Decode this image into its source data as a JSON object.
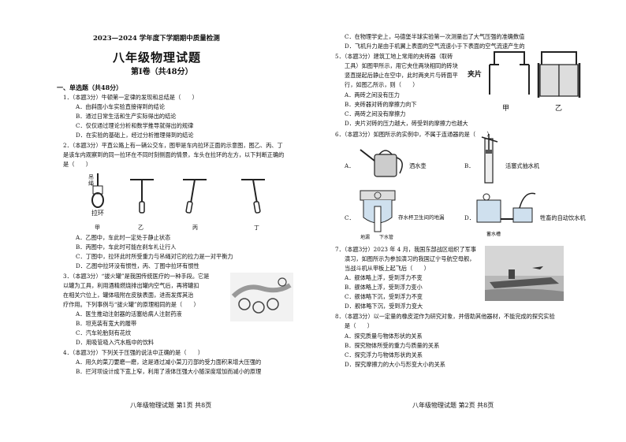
{
  "left": {
    "header": "2023—2024 学年度下学期期中质量检测",
    "title": "八年级物理试题",
    "subtitle": "第Ⅰ卷（共48分）",
    "section": "一、单选题（共48分）",
    "q1": {
      "stem": "1．（本题3分）牛顿第一定律的发现和总结是（　　）",
      "options": [
        "A．由斜面小车实验直接得到的结论",
        "B．通过日常生活和生产实际得出的结论",
        "C．仅仅通过理论分析和数学推导就得出的规律",
        "D．在实验的基础上，经过分析推理得到的结论"
      ]
    },
    "q2": {
      "stem1": "2．（本题3分）平直公路上有一辆公交车，图甲是车内拉环正面的示意图，图乙、丙、丁",
      "stem2": "是该车内观察到的同一拉环在不同时刻侧面的情景，车头在拉环的左方，以下判断正确的",
      "stem3": "是（　　）",
      "fig_side_label": "吊绳",
      "fig_ring_label": "拉环",
      "fig_captions": [
        "甲",
        "乙",
        "丙",
        "丁"
      ],
      "options": [
        "A．乙图中，车此时一定处于静止状态",
        "B．丙图中，车此时可能在刹车礼让行人",
        "C．丁图中，拉环此时所受重力与吊绳对它的拉力是一对平衡力",
        "D．乙图中拉环没有惯性，丙、丁图中拉环有惯性"
      ]
    },
    "q3": {
      "lines": [
        "3．（本题3分）“拔火罐”是我国传统医疗的一种手段。它是",
        "以罐为工具，利用酒精燃烧排出罐内空气后，再将罐扣",
        "在相关穴位上，罐体吸附在皮肤表面，进而发挥其治",
        "疗作用。下列事例与“拔火罐”的原理相同的是（　　）"
      ],
      "options": [
        "A．医生推动注射器的活塞给病人注射药液",
        "B．坦克装有宽大的履带",
        "C．汽车轮胎刻有花纹",
        "D．用吸管吸入汽水瓶中的饮料"
      ]
    },
    "q4": {
      "stem": "4．（本题3分）下列关于压强的说法中正确的是（　　）",
      "options": [
        "A．用久的菜刀要磨一磨，这是通过减小菜刀刃部的受力面积来增大压强的",
        "B．拦河坝设计成下宽上窄，利用了液体压强大小随深度增加而减小的原理"
      ]
    },
    "footer": "八年级物理试题  第1页  共8页"
  },
  "right": {
    "q4_rest": [
      "C．在物理学史上，马德堡半球实验第一次测量出了大气压强的准确数值",
      "D．飞机升力是由于机翼上表面的空气流速小于下表面的空气流速产生的"
    ],
    "q5": {
      "lines": [
        "5．（本题3分）建筑工地上常用的夹砖器（取砖",
        "工具）如图甲所示，用它夹住两块相同的砖块",
        "竖直提起后静止在空中，此时两夹片与砖面平",
        "行，如图乙所示，则（　　）"
      ],
      "fig_label": "夹片",
      "fig_captions": [
        "甲",
        "乙"
      ],
      "options": [
        "A．两砖之间没有压力",
        "B．夹砖器对砖的摩擦力向下",
        "C．两砖之间没有摩擦力",
        "D．夹片对砖的压力越大，砖受到的摩擦力也越大"
      ]
    },
    "q6": {
      "stem": "6．（本题3分）如图所示的实例中，不属于连通器的是（　　）",
      "labels": {
        "a": "A．",
        "a_text": "洒水壶",
        "b": "B．",
        "b_text": "活塞式抽水机",
        "c": "C．",
        "c_text": "存水杯卫生间的地漏",
        "c_sub1": "地漏",
        "c_sub2": "下水管",
        "d": "D．",
        "d_text": "牲畜的自动饮水机",
        "d_sub": "蓄水槽"
      }
    },
    "q7": {
      "lines": [
        "7．（本题3分）2023 年 4 月，我国东部战区组织了军事",
        "演习，如图所示为参加演习的我国辽宁号航空母舰，",
        "当战斗机从甲板上起飞后（　　）"
      ],
      "options": [
        "A．舰体略上浮，受到浮力不变",
        "B．舰体略上浮，受到浮力变小",
        "C．舰体略下沉，受到浮力不变",
        "D．舰体略下沉，受到浮力变大"
      ]
    },
    "q8": {
      "stem1": "8．（本题3分）以一定量的橡皮泥作为研究对象，并借助其他器材，不能完成的探究实验",
      "stem2": "是（　　）",
      "options": [
        "A．探究质量与物体形状的关系",
        "B．探究物体所受的重力与质量的关系",
        "C．探究浮力与物体形状的关系",
        "D．探究摩擦力的大小与形变大小的关系"
      ]
    },
    "footer": "八年级物理试题  第2页  共8页"
  }
}
